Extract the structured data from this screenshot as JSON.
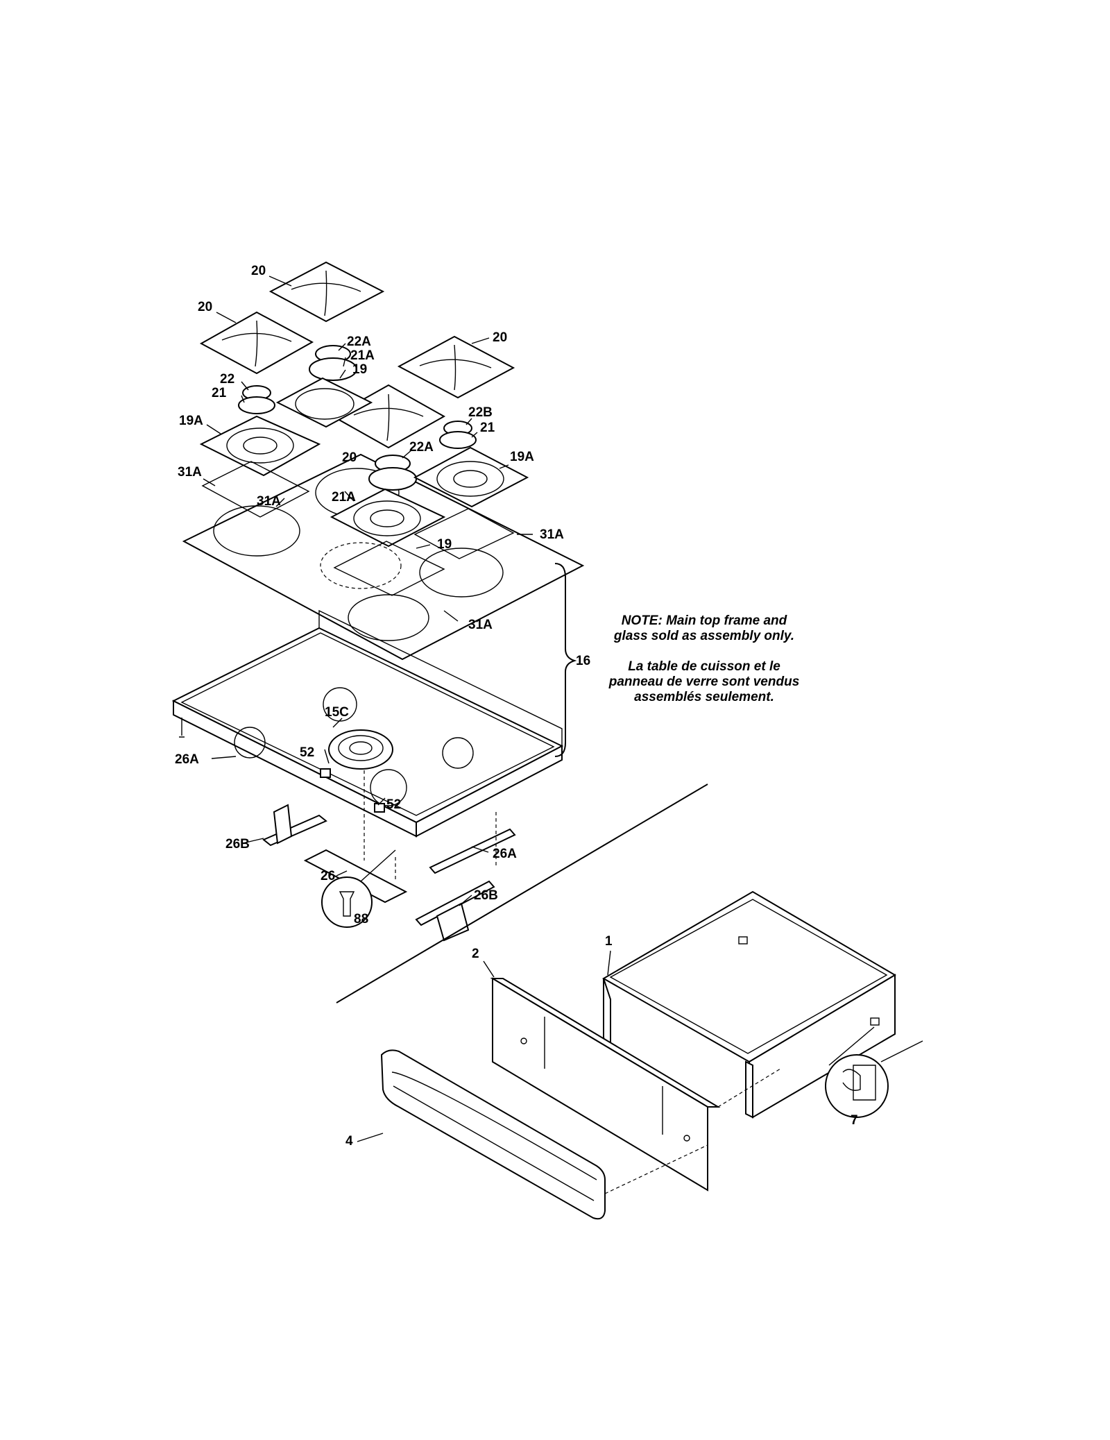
{
  "labels": {
    "l20a": "20",
    "l20b": "20",
    "l20c": "20",
    "l20d": "20",
    "l22A_1": "22A",
    "l21A_1": "21A",
    "l19_1": "19",
    "l22": "22",
    "l21_1": "21",
    "l22B": "22B",
    "l21_2": "21",
    "l19A_1": "19A",
    "l22A_2": "22A",
    "l19A_2": "19A",
    "l31A_1": "31A",
    "l31A_2": "31A",
    "l21A_2": "21A",
    "l31A_3": "31A",
    "l19_2": "19",
    "l31A_4": "31A",
    "l16": "16",
    "l15C": "15C",
    "l52_1": "52",
    "l52_2": "52",
    "l26A_1": "26A",
    "l26B_1": "26B",
    "l26": "26",
    "l26A_2": "26A",
    "l26B_2": "26B",
    "l88": "88",
    "l1": "1",
    "l2": "2",
    "l4": "4",
    "l7": "7"
  },
  "note": {
    "en_line1": "NOTE: Main top frame and",
    "en_line2": "glass sold as assembly only.",
    "fr_line1": "La table de cuisson et le",
    "fr_line2": "panneau de verre sont vendus",
    "fr_line3": "assemblés seulement."
  }
}
